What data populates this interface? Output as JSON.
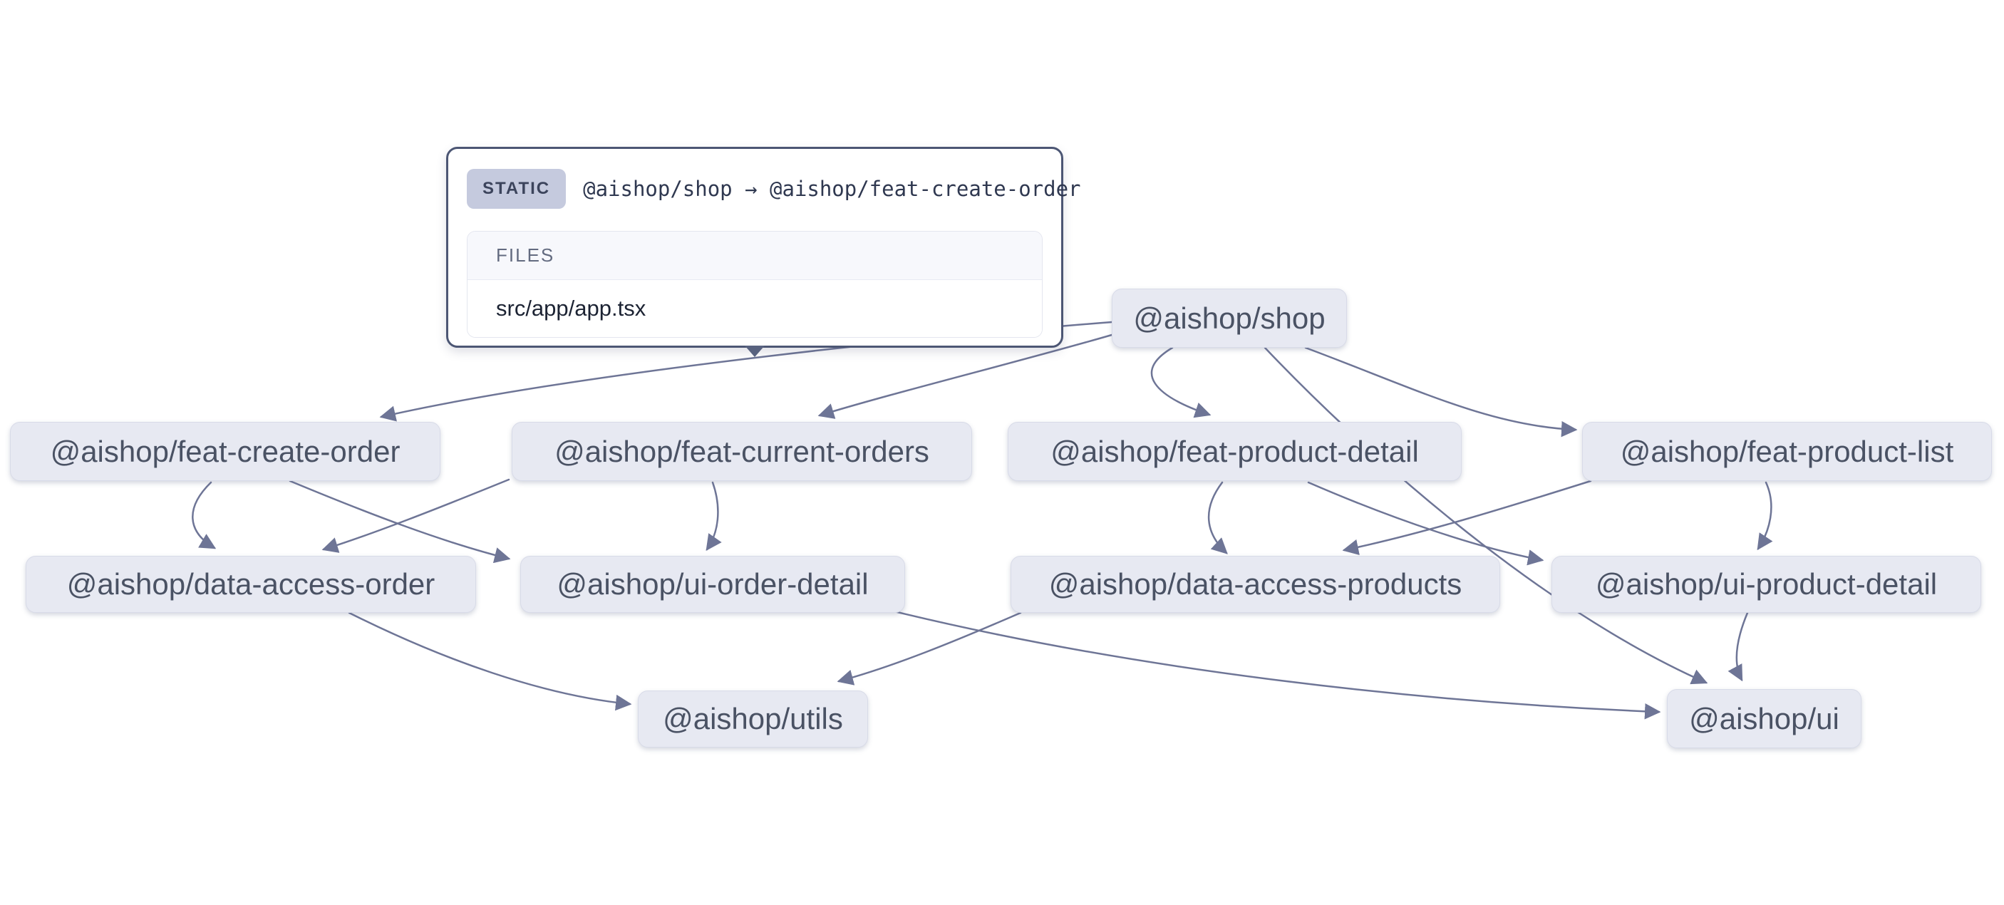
{
  "graph": {
    "nodes": [
      {
        "id": "shop",
        "label": "@aishop/shop"
      },
      {
        "id": "feat-create-order",
        "label": "@aishop/feat-create-order"
      },
      {
        "id": "feat-current-orders",
        "label": "@aishop/feat-current-orders"
      },
      {
        "id": "feat-product-detail",
        "label": "@aishop/feat-product-detail"
      },
      {
        "id": "feat-product-list",
        "label": "@aishop/feat-product-list"
      },
      {
        "id": "data-access-order",
        "label": "@aishop/data-access-order"
      },
      {
        "id": "ui-order-detail",
        "label": "@aishop/ui-order-detail"
      },
      {
        "id": "data-access-products",
        "label": "@aishop/data-access-products"
      },
      {
        "id": "ui-product-detail",
        "label": "@aishop/ui-product-detail"
      },
      {
        "id": "utils",
        "label": "@aishop/utils"
      },
      {
        "id": "ui",
        "label": "@aishop/ui"
      }
    ],
    "edges": [
      {
        "source": "shop",
        "target": "feat-create-order"
      },
      {
        "source": "shop",
        "target": "feat-current-orders"
      },
      {
        "source": "shop",
        "target": "feat-product-detail"
      },
      {
        "source": "shop",
        "target": "feat-product-list"
      },
      {
        "source": "shop",
        "target": "ui"
      },
      {
        "source": "feat-create-order",
        "target": "data-access-order"
      },
      {
        "source": "feat-create-order",
        "target": "ui-order-detail"
      },
      {
        "source": "feat-current-orders",
        "target": "data-access-order"
      },
      {
        "source": "feat-current-orders",
        "target": "ui-order-detail"
      },
      {
        "source": "feat-product-detail",
        "target": "data-access-products"
      },
      {
        "source": "feat-product-detail",
        "target": "ui-product-detail"
      },
      {
        "source": "feat-product-list",
        "target": "data-access-products"
      },
      {
        "source": "feat-product-list",
        "target": "ui-product-detail"
      },
      {
        "source": "data-access-order",
        "target": "utils"
      },
      {
        "source": "data-access-products",
        "target": "utils"
      },
      {
        "source": "ui-order-detail",
        "target": "ui"
      },
      {
        "source": "ui-product-detail",
        "target": "ui"
      }
    ]
  },
  "tooltip": {
    "type_label": "STATIC",
    "relation": "@aishop/shop → @aishop/feat-create-order",
    "files_header": "FILES",
    "files": [
      "src/app/app.tsx"
    ]
  },
  "colors": {
    "edge": "#6e7596",
    "node_bg": "#e7e9f2",
    "node_text": "#4a5264",
    "tooltip_border": "#4c5674",
    "badge_bg": "#c5cade"
  }
}
